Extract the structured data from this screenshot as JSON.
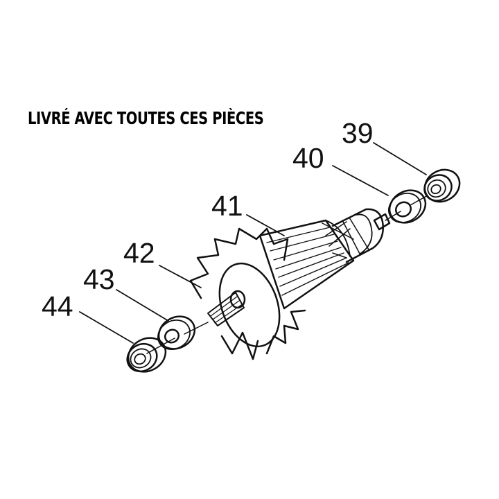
{
  "headline": "LIVRÉ AVEC TOUTES CES PIÈCES",
  "parts": [
    {
      "number": "39",
      "name": "ball-bearing-rear"
    },
    {
      "number": "40",
      "name": "washer-rear"
    },
    {
      "number": "41",
      "name": "armature"
    },
    {
      "number": "42",
      "name": "fan"
    },
    {
      "number": "43",
      "name": "washer-front"
    },
    {
      "number": "44",
      "name": "ball-bearing-front"
    }
  ],
  "colors": {
    "line": "#111111",
    "background": "#ffffff"
  }
}
